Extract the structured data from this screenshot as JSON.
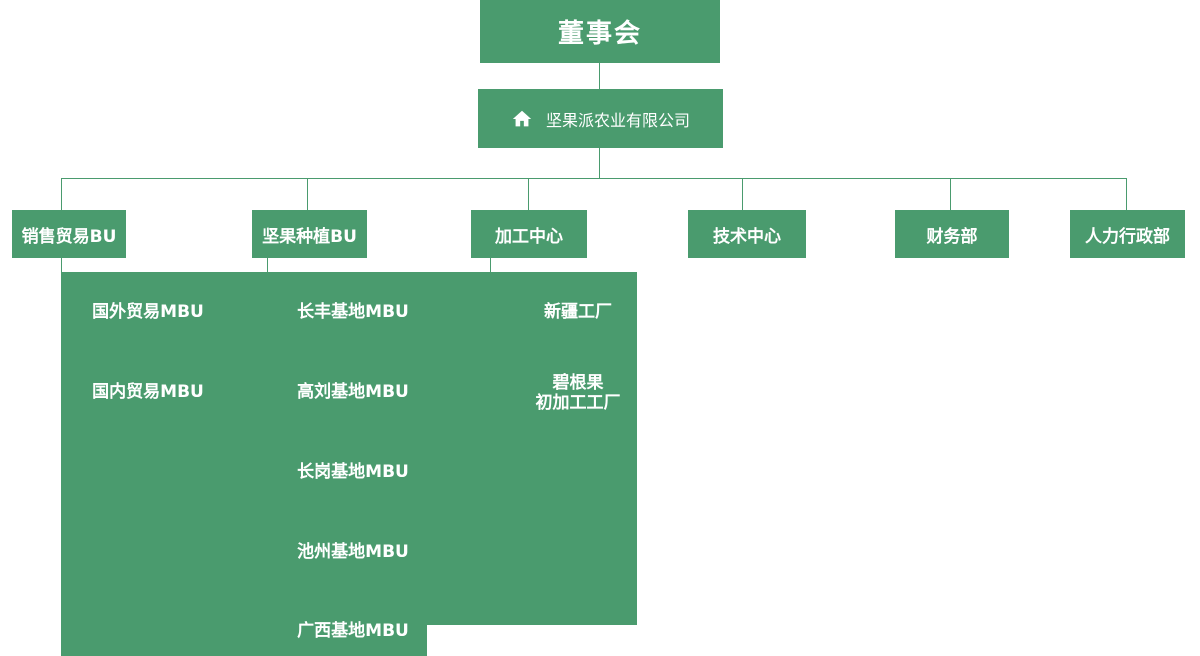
{
  "colors": {
    "node_green": "#4a9b6e",
    "connector_green": "#4a9b6e",
    "label_white": "#ffffff",
    "page_background": "#ffffff"
  },
  "org": {
    "board": {
      "label": "董事会"
    },
    "company": {
      "label": "坚果派农业有限公司",
      "icon": "home-icon"
    },
    "departments": [
      {
        "label": "销售贸易BU",
        "children": [
          "国外贸易MBU",
          "国内贸易MBU"
        ]
      },
      {
        "label": "坚果种植BU",
        "children": [
          "长丰基地MBU",
          "高刘基地MBU",
          "长岗基地MBU",
          "池州基地MBU",
          "广西基地MBU"
        ]
      },
      {
        "label": "加工中心",
        "children": [
          "新疆工厂",
          "碧根果\n初加工工厂"
        ]
      },
      {
        "label": "技术中心",
        "children": []
      },
      {
        "label": "财务部",
        "children": []
      },
      {
        "label": "人力行政部",
        "children": []
      }
    ]
  }
}
